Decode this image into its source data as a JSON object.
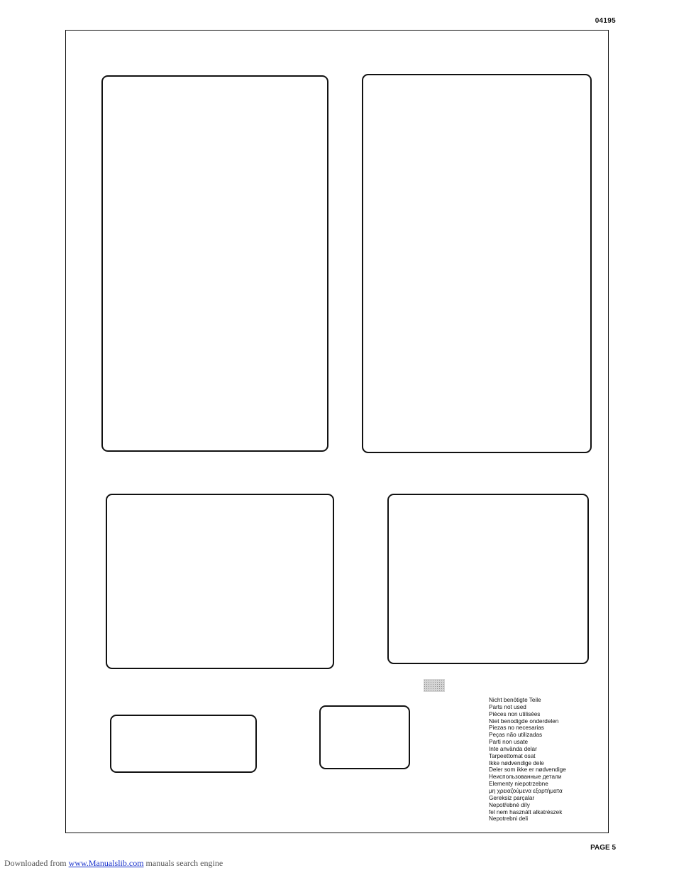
{
  "header": {
    "doc_code": "04195"
  },
  "legend": {
    "swatch_color": "#d4d4d4",
    "not_used_labels": [
      "Nicht benötigte Teile",
      "Parts not used",
      "Pièces non utilisées",
      "Niet benodigde onderdelen",
      "Piezas no necesarias",
      "Peças não utilizadas",
      "Parti non usate",
      "Inte använda delar",
      "Tarpeettomat osat",
      "Ikke nødvendige dele",
      "Deler som ikke er nødvendige",
      "Неиспользованные детали",
      "Elementy niepotrzebne",
      "μη χρειαζούμενα εξαρτήματα",
      "Gereksiz parçalar",
      "Nepotřebné díly",
      "fel nem használt alkatrészek",
      "Nepotrebni deli"
    ]
  },
  "footer": {
    "page_label": "PAGE 5",
    "downloaded_prefix": "Downloaded from",
    "link_text": "www.Manualslib.com",
    "suffix": "manuals search engine"
  }
}
